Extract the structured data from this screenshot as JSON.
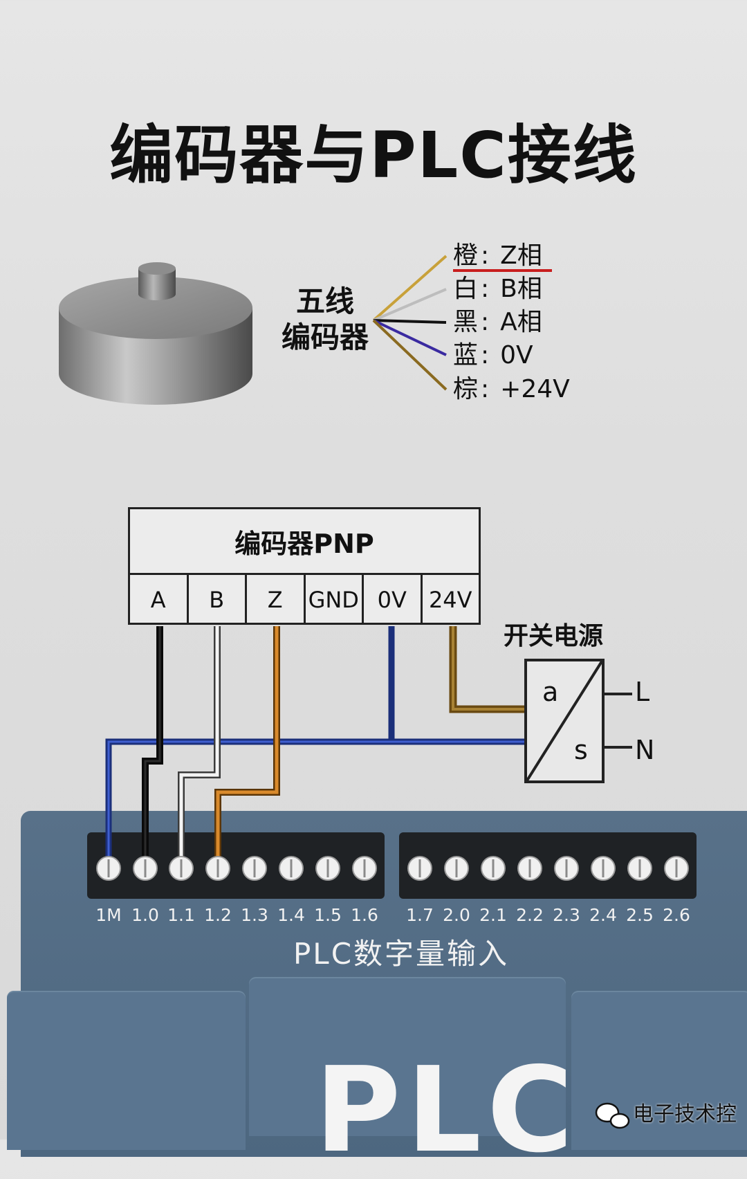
{
  "title": "编码器与PLC接线",
  "encoder_label": [
    "五线",
    "编码器"
  ],
  "wires": [
    {
      "label": "橙",
      "signal": "Z相",
      "color": "#c8a13a"
    },
    {
      "label": "白",
      "signal": "B相",
      "color": "#d8d8d8"
    },
    {
      "label": "黑",
      "signal": "A相",
      "color": "#111111"
    },
    {
      "label": "蓝",
      "signal": "0V",
      "color": "#3a2aa0"
    },
    {
      "label": "棕",
      "signal": "+24V",
      "color": "#8a6a20"
    }
  ],
  "colon": ":",
  "pnp_box": {
    "title": "编码器PNP",
    "pins": [
      "A",
      "B",
      "Z",
      "GND",
      "0V",
      "24V"
    ]
  },
  "power_supply": {
    "title": "开关电源",
    "a": "a",
    "s": "s",
    "L": "L",
    "N": "N"
  },
  "plc": {
    "terminals_left": [
      "1M",
      "1.0",
      "1.1",
      "1.2",
      "1.3",
      "1.4",
      "1.5",
      "1.6"
    ],
    "terminals_right": [
      "1.7",
      "2.0",
      "2.1",
      "2.2",
      "2.3",
      "2.4",
      "2.5",
      "2.6"
    ],
    "input_label": "PLC数字量输入",
    "big_label": "PLC"
  },
  "watermark": "电子技术控"
}
